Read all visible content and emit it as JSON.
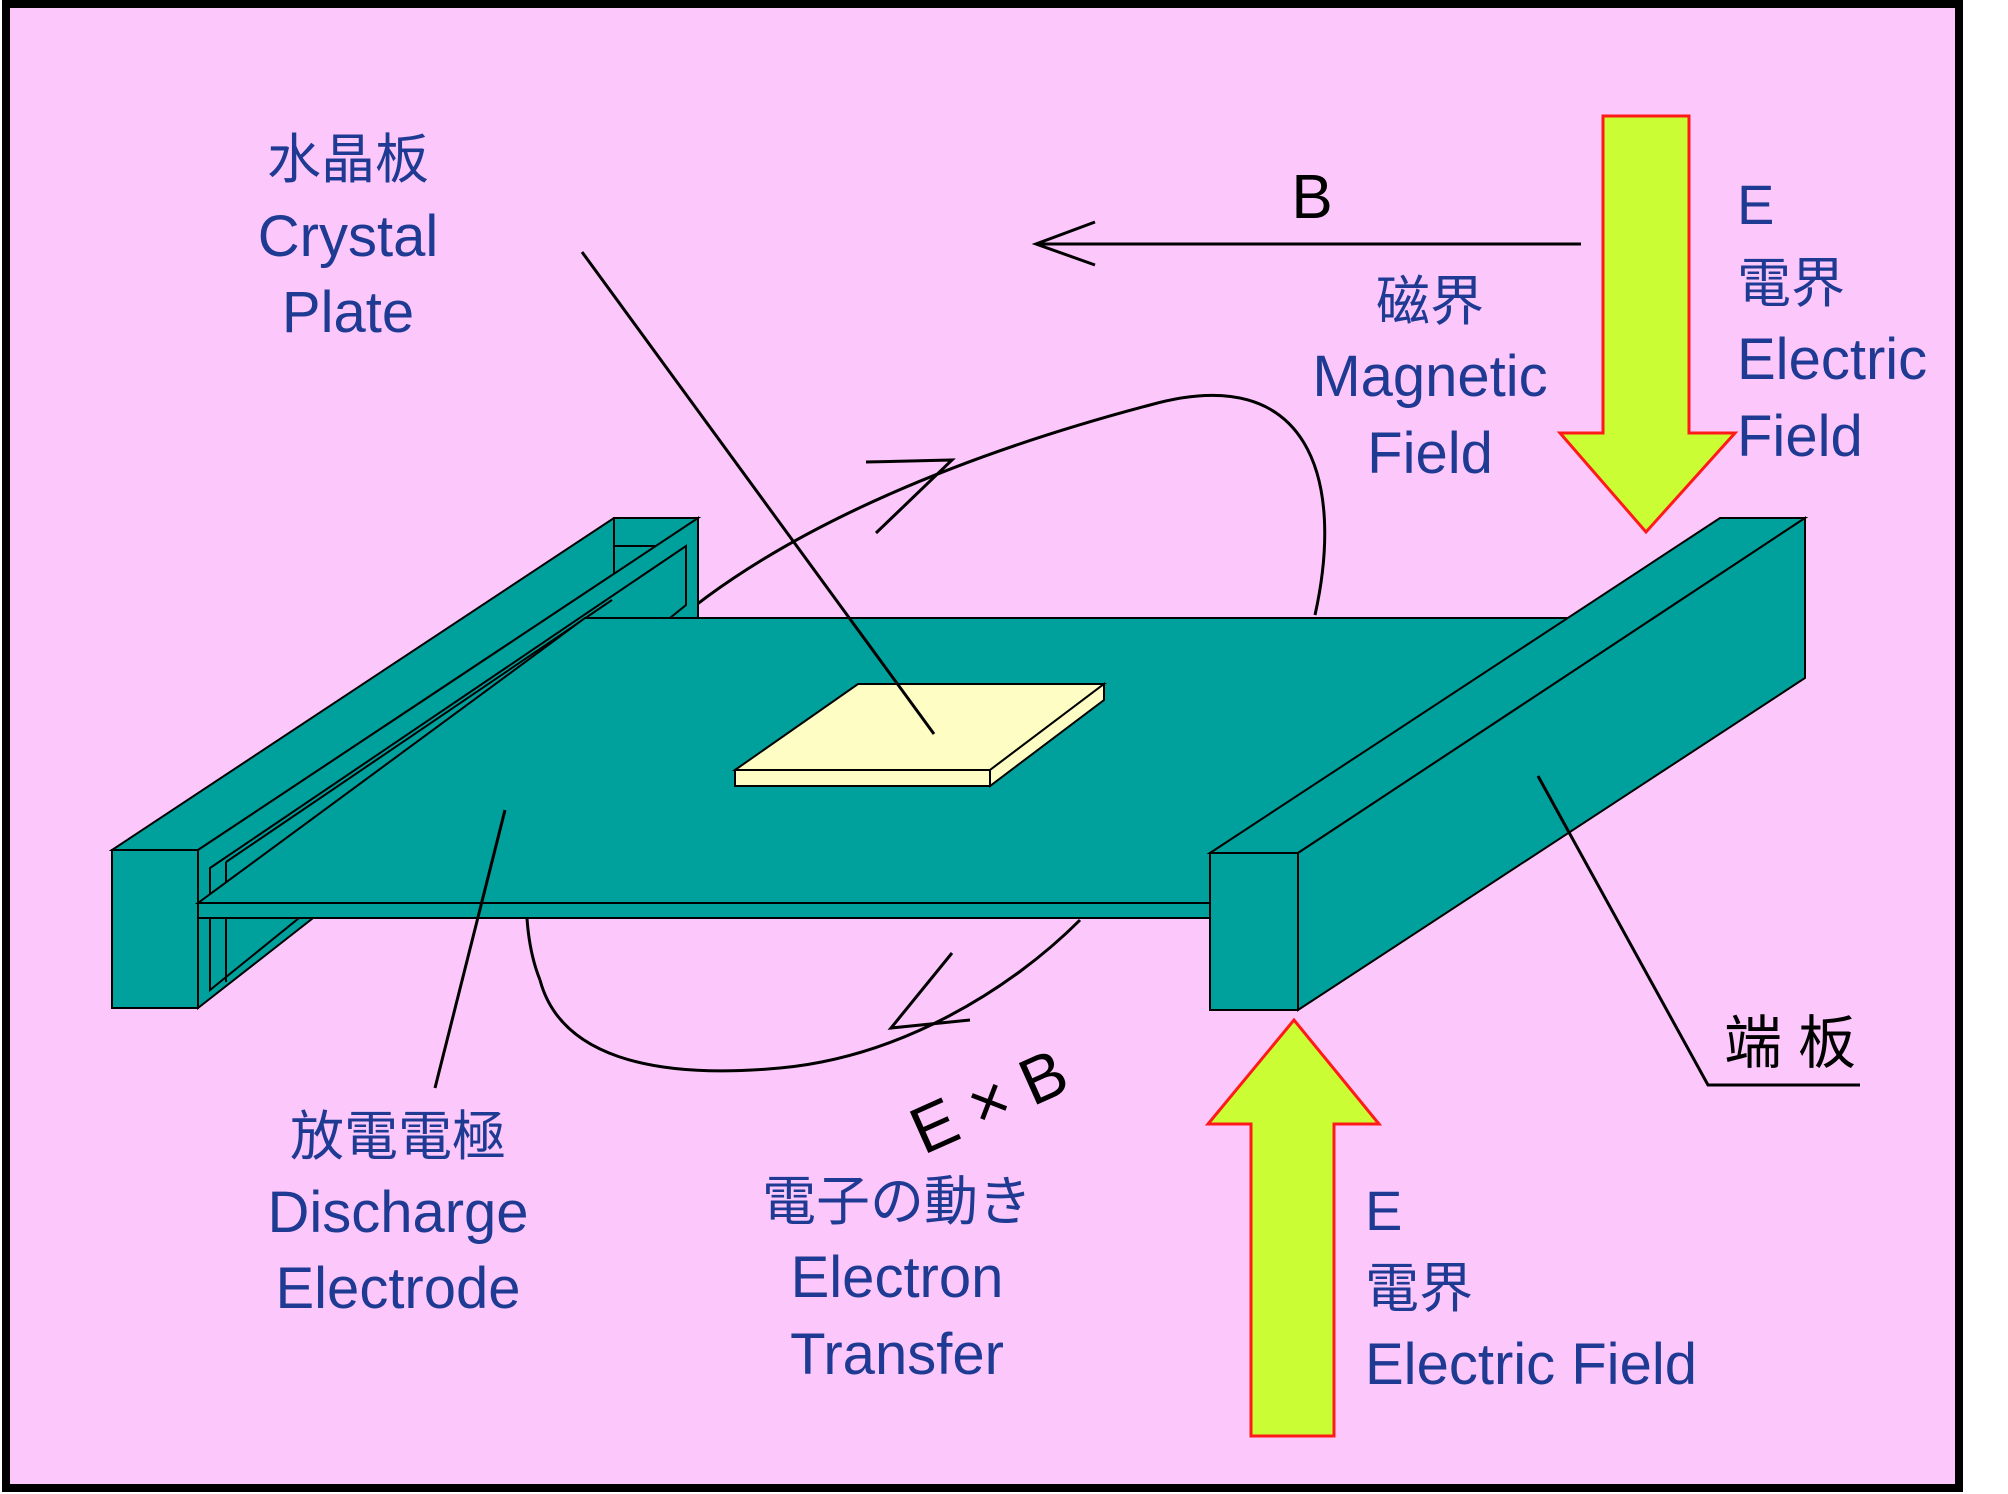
{
  "colors": {
    "background": "#fcc8fb",
    "border": "#000000",
    "electrode": "#00a09c",
    "crystal": "#fefdc4",
    "field_arrow_fill": "#cbfd35",
    "field_arrow_stroke": "#ff1a1a",
    "label_text": "#1f3a93",
    "line": "#000000"
  },
  "labels": {
    "crystal_plate": {
      "jp": "水晶板",
      "en1": "Crystal",
      "en2": "Plate"
    },
    "magnetic": {
      "symbol": "B",
      "jp": "磁界",
      "en1": "Magnetic",
      "en2": "Field"
    },
    "electric_top": {
      "symbol": "E",
      "jp": "電界",
      "en1": "Electric",
      "en2": "Field"
    },
    "discharge": {
      "jp": "放電電極",
      "en1": "Discharge",
      "en2": "Electrode"
    },
    "electron": {
      "formula": "E × B",
      "jp": "電子の動き",
      "en1": "Electron",
      "en2": "Transfer"
    },
    "end_plate": {
      "jp": "端 板"
    },
    "electric_bottom": {
      "symbol": "E",
      "jp": "電界",
      "en": "Electric Field"
    }
  },
  "icons": {
    "magnetic_arrow": "arrow-left-icon",
    "electric_arrow_top": "arrow-down-icon",
    "electric_arrow_bottom": "arrow-up-icon",
    "electron_orbit": "ellipse-orbit-icon"
  }
}
